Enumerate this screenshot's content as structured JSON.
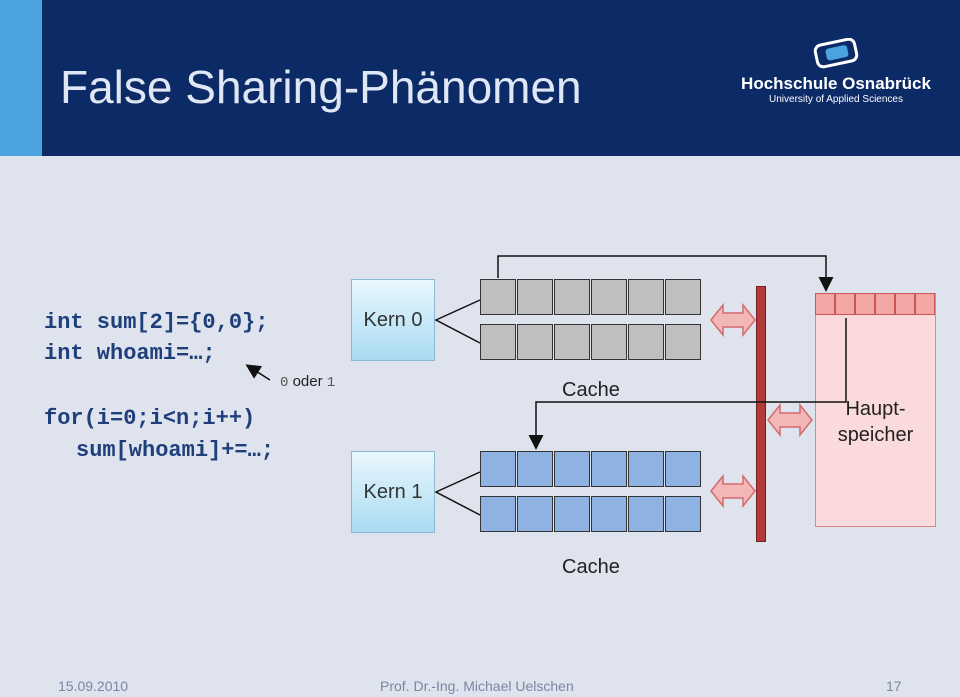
{
  "header": {
    "title": "False Sharing-Phänomen",
    "logo_name": "Hochschule Osnabrück",
    "logo_sub": "University of Applied Sciences"
  },
  "code": {
    "line1": "int sum[2]={0,0};",
    "line2": "int whoami=…;",
    "line3": "for(i=0;i<n;i++)",
    "line4": "sum[whoami]+=…;"
  },
  "note": {
    "zero": "0",
    "oder": "oder",
    "one": "1"
  },
  "cores": {
    "kern0": "Kern 0",
    "kern1": "Kern 1"
  },
  "cache": {
    "label_top": "Cache",
    "label_bottom": "Cache"
  },
  "memory": {
    "line1": "Haupt-",
    "line2": "speicher"
  },
  "footer": {
    "date": "15.09.2010",
    "author": "Prof. Dr.-Ing. Michael Uelschen",
    "page": "17"
  },
  "colors": {
    "header": "#0b2a66",
    "accent": "#4aa3df",
    "cache_gray": "#bfbfbf",
    "cache_blue": "#8eb3e3",
    "bus": "#b33a3a",
    "memory": "#fadada"
  }
}
